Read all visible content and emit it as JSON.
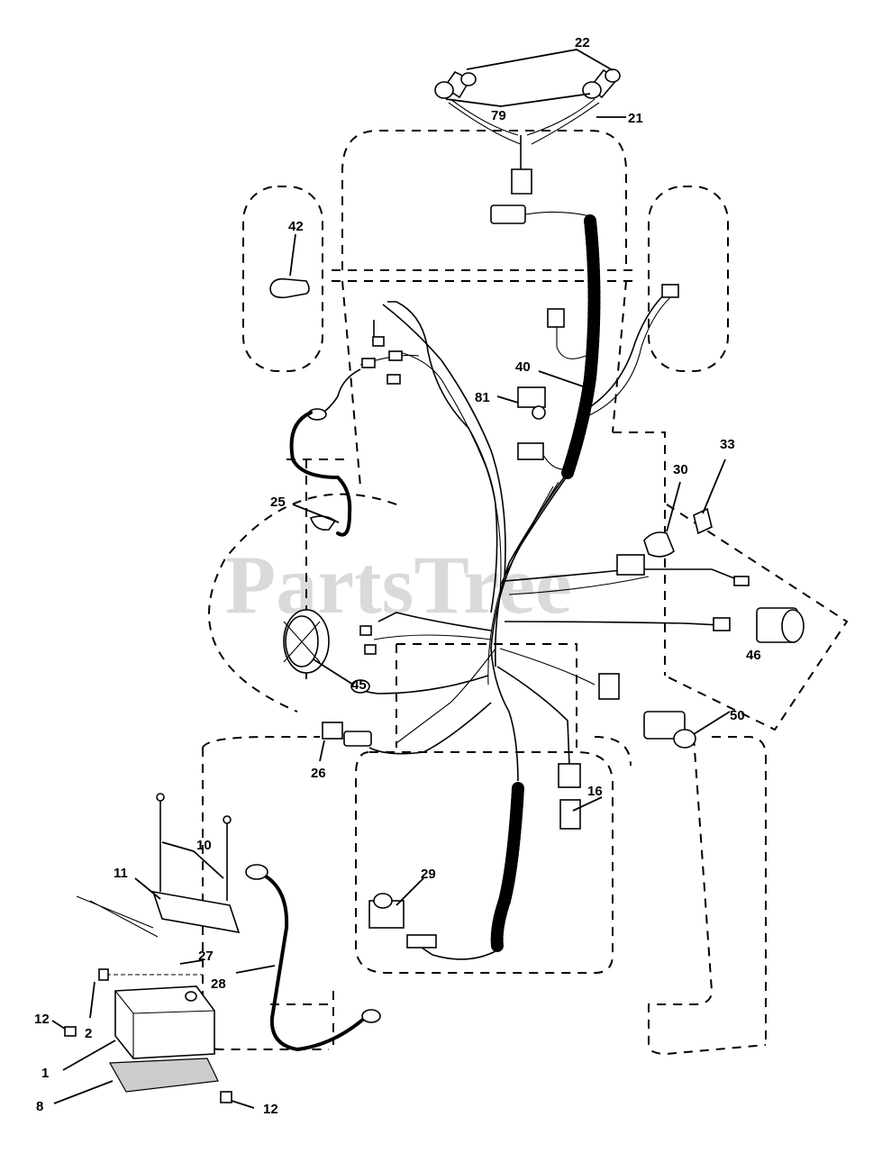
{
  "watermark": "PartsTree",
  "callouts": [
    {
      "id": "c22",
      "label": "22"
    },
    {
      "id": "c79",
      "label": "79"
    },
    {
      "id": "c21",
      "label": "21"
    },
    {
      "id": "c42",
      "label": "42"
    },
    {
      "id": "c40",
      "label": "40"
    },
    {
      "id": "c81",
      "label": "81"
    },
    {
      "id": "c33",
      "label": "33"
    },
    {
      "id": "c30",
      "label": "30"
    },
    {
      "id": "c25",
      "label": "25"
    },
    {
      "id": "c46",
      "label": "46"
    },
    {
      "id": "c45",
      "label": "45"
    },
    {
      "id": "c50",
      "label": "50"
    },
    {
      "id": "c26",
      "label": "26"
    },
    {
      "id": "c16",
      "label": "16"
    },
    {
      "id": "c10",
      "label": "10"
    },
    {
      "id": "c11",
      "label": "11"
    },
    {
      "id": "c29",
      "label": "29"
    },
    {
      "id": "c27",
      "label": "27"
    },
    {
      "id": "c28",
      "label": "28"
    },
    {
      "id": "c12a",
      "label": "12"
    },
    {
      "id": "c2",
      "label": "2"
    },
    {
      "id": "c1",
      "label": "1"
    },
    {
      "id": "c8",
      "label": "8"
    },
    {
      "id": "c12b",
      "label": "12"
    }
  ]
}
